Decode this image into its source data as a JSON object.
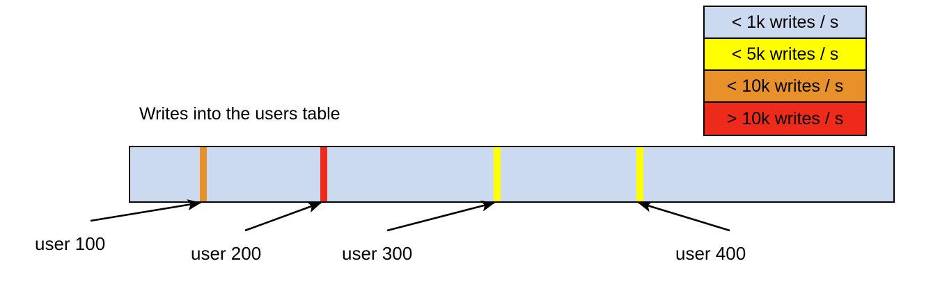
{
  "chart_data": {
    "type": "bar",
    "title": "Writes into the users table",
    "xlabel": "",
    "ylabel": "",
    "orientation": "horizontal-range-bar",
    "bar": {
      "background_color": "#ccdaf0",
      "border_color": "#000000",
      "range_start_label": "",
      "range_end_label": ""
    },
    "markers": [
      {
        "label": "user 100",
        "color": "#e8912a",
        "tier": "< 10k writes / s",
        "x_fraction": 0.0955
      },
      {
        "label": "user 200",
        "color": "#ee2a1b",
        "tier": "> 10k writes / s",
        "x_fraction": 0.2527
      },
      {
        "label": "user 300",
        "color": "#ffff00",
        "tier": "< 5k writes / s",
        "x_fraction": 0.4791
      },
      {
        "label": "user 400",
        "color": "#ffff00",
        "tier": "< 5k writes / s",
        "x_fraction": 0.6655
      }
    ],
    "legend": {
      "position": "top-right",
      "entries": [
        {
          "label": "< 1k writes / s",
          "color": "#ccdaf0"
        },
        {
          "label": "< 5k writes / s",
          "color": "#ffff00"
        },
        {
          "label": "< 10k writes / s",
          "color": "#e8912a"
        },
        {
          "label": "> 10k writes / s",
          "color": "#ee2a1b"
        }
      ]
    }
  },
  "legend": {
    "entries": [
      {
        "label": "< 1k writes / s",
        "color": "#ccdaf0"
      },
      {
        "label": "< 5k writes / s",
        "color": "#ffff00"
      },
      {
        "label": "< 10k writes / s",
        "color": "#e8912a"
      },
      {
        "label": "> 10k writes / s",
        "color": "#ee2a1b"
      }
    ]
  },
  "title": {
    "text": "Writes into the users table"
  },
  "bar": {
    "fill_color": "#ccdaf0",
    "border_color": "#000000"
  },
  "markers": [
    {
      "label": "user 100",
      "color": "#e8912a"
    },
    {
      "label": "user 200",
      "color": "#ee2a1b"
    },
    {
      "label": "user 300",
      "color": "#ffff00"
    },
    {
      "label": "user 400",
      "color": "#ffff00"
    }
  ]
}
